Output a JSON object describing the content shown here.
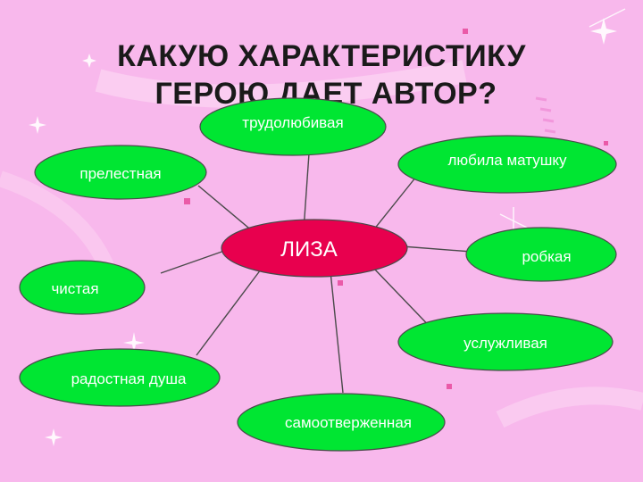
{
  "slide": {
    "title_line1": "КАКУЮ ХАРАКТЕРИСТИКУ",
    "title_line2": "ГЕРОЮ ДАЕТ АВТОР?",
    "background_color": "#f8b8ec"
  },
  "diagram": {
    "center": {
      "label": "ЛИЗА",
      "color": "#e8004e"
    },
    "node_color": "#00e632",
    "nodes": [
      {
        "label": "трудолюбивая"
      },
      {
        "label": "любила  матушку"
      },
      {
        "label": "прелестная"
      },
      {
        "label": "робкая"
      },
      {
        "label": "чистая"
      },
      {
        "label": "услужливая"
      },
      {
        "label": "радостная душа"
      },
      {
        "label": "самоотверженная"
      }
    ]
  }
}
